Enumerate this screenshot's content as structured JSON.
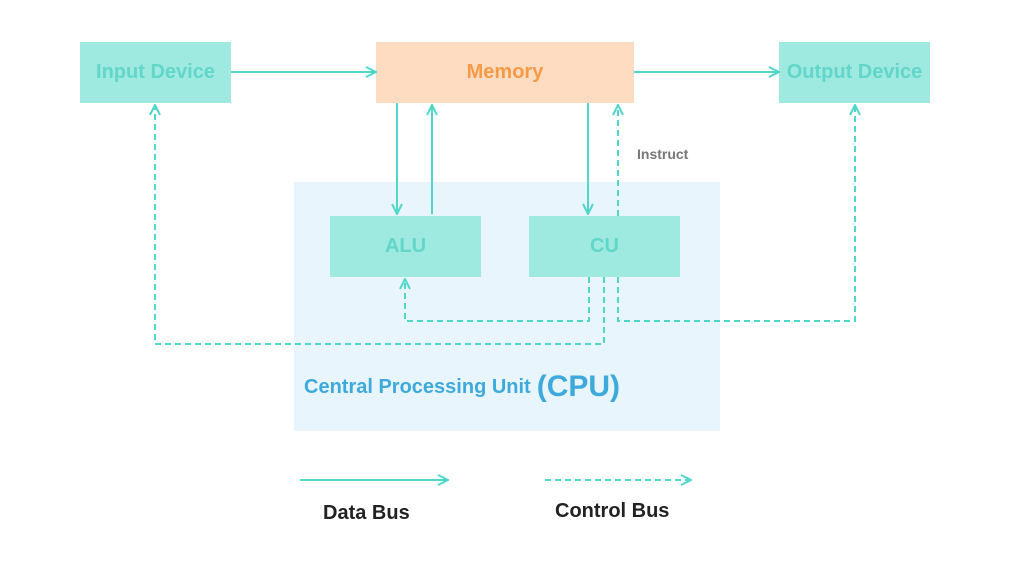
{
  "nodes": {
    "input": "Input Device",
    "memory": "Memory",
    "output": "Output Device",
    "alu": "ALU",
    "cu": "CU"
  },
  "cpu": {
    "label": "Central Processing Unit",
    "abbr": "(CPU)"
  },
  "annotations": {
    "instruct": "Instruct"
  },
  "legend": {
    "data_bus": "Data Bus",
    "control_bus": "Control Bus"
  },
  "colors": {
    "line": "#4fd8c9",
    "teal_box": "#9ee9e0",
    "teal_text": "#62d6c9",
    "memory_box": "#fddcc2",
    "memory_text": "#f79a47",
    "cpu_region": "#e8f5fd",
    "cpu_text": "#3ea9dc"
  }
}
